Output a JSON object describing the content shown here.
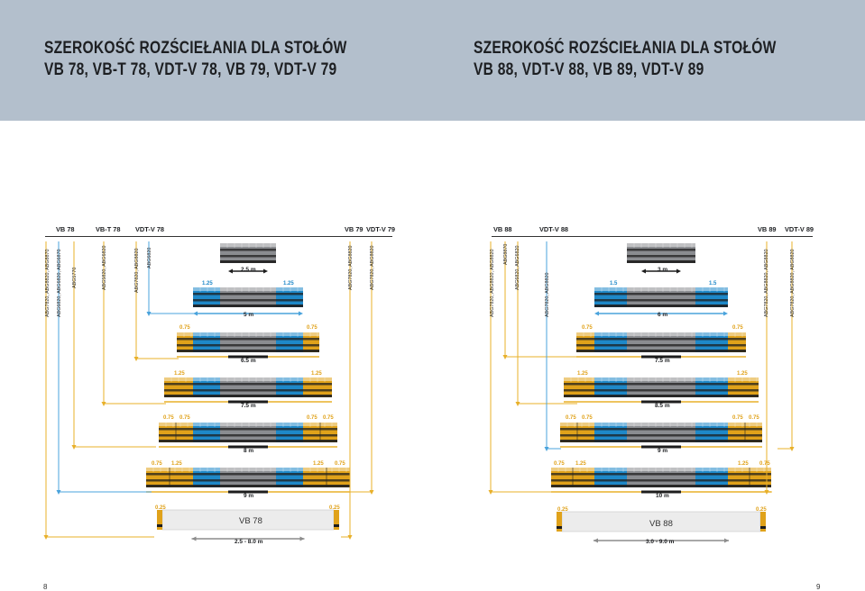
{
  "left": {
    "title_line1": "SZEROKOŚĆ ROZŚCIEŁANIA DLA STOŁÓW",
    "title_line2": "VB 78, VB-T 78, VDT-V 78, VB 79, VDT-V 79",
    "variants": [
      "VB 78",
      "VB-T 78",
      "VDT-V 78",
      "VB 79",
      "VDT-V 79"
    ],
    "vertical_labels": [
      "ABG7820, ABG8820, ABG8870",
      "ABG6820, ABG6820, ABG6870",
      "ABG5770",
      "ABG5820, ABG6820",
      "ABG7820, ABG8820",
      "ABG6820",
      "ABG7820, ABG8820",
      "ABG7820, ABG8820"
    ],
    "widths": [
      "2.5 m",
      "5 m",
      "6.5 m",
      "7.5 m",
      "8 m",
      "9 m"
    ],
    "blue_ext": [
      "1.25",
      "1.25"
    ],
    "orange_ext": {
      "row3": [
        "0.75",
        "0.75"
      ],
      "row4": [
        "1.25",
        "1.25"
      ],
      "row5": [
        "0.75",
        "0.75",
        "0.75",
        "0.75"
      ],
      "row6": [
        "0.75",
        "1.25",
        "1.25",
        "0.75"
      ],
      "base": [
        "0.25",
        "0.25"
      ]
    },
    "base_label": "VB 78",
    "base_range": "2.5 - 8.0 m",
    "page_number": "8"
  },
  "right": {
    "title_line1": "SZEROKOŚĆ ROZŚCIEŁANIA DLA STOŁÓW",
    "title_line2": "VB 88, VDT-V 88, VB 89, VDT-V 89",
    "variants": [
      "VB 88",
      "VDT-V 88",
      "VB 89",
      "VDT-V 89"
    ],
    "vertical_labels": [
      "ABG7820, ABG8820, ABG8820",
      "ABG8870",
      "ABG6820, ABG6820",
      "ABG7820, ABG8820",
      "ABG7820, ABG8820, ABG8820",
      "ABG7820, ABG8820, ABG8820"
    ],
    "widths": [
      "3 m",
      "6 m",
      "7.5 m",
      "8.5 m",
      "9 m",
      "10 m"
    ],
    "blue_ext": [
      "1.5",
      "1.5"
    ],
    "orange_ext": {
      "row3": [
        "0.75",
        "0.75"
      ],
      "row4": [
        "1.25",
        "1.25"
      ],
      "row5": [
        "0.75",
        "0.75",
        "0.75",
        "0.75"
      ],
      "row6": [
        "0.75",
        "1.25",
        "1.25",
        "0.75"
      ],
      "base": [
        "0.25",
        "0.25"
      ]
    },
    "base_label": "VB 88",
    "base_range": "3.0 - 9.0 m",
    "page_number": "9"
  },
  "colors": {
    "header_bg": "#b3bfcc",
    "gray_table": "#8a8c90",
    "blue_ext": "#1e88c8",
    "orange_ext": "#e0a21a",
    "arrow_line": "#e8b02a",
    "arrow_line_blue": "#4aa3dc"
  }
}
